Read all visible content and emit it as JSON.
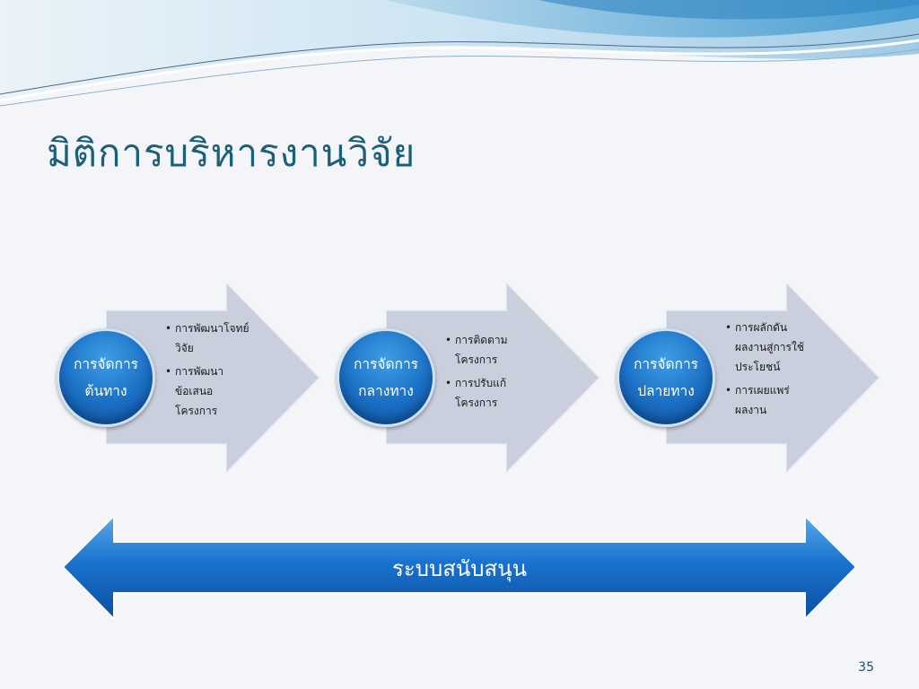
{
  "slide": {
    "title": "มิติการบริหารงานวิจัย",
    "page_number": "35"
  },
  "stages": [
    {
      "label_line1": "การจัดการ",
      "label_line2": "ต้นทาง",
      "bullets": [
        [
          "การพัฒนาโจทย์",
          "วิจัย"
        ],
        [
          "การพัฒนา",
          "ข้อเสนอ",
          "โครงการ"
        ]
      ]
    },
    {
      "label_line1": "การจัดการ",
      "label_line2": "กลางทาง",
      "bullets": [
        [
          "การติดตาม",
          "โครงการ"
        ],
        [
          "การปรับแก้",
          "โครงการ"
        ]
      ]
    },
    {
      "label_line1": "การจัดการ",
      "label_line2": "ปลายทาง",
      "bullets": [
        [
          "การผลักดัน",
          "ผลงานสู่การใช้",
          "ประโยชน์"
        ],
        [
          "การเผยแพร่",
          "ผลงาน"
        ]
      ]
    }
  ],
  "support_bar": {
    "label": "ระบบสนับสนุน"
  },
  "colors": {
    "title": "#1b5f78",
    "arrow_fill": "#c9cfdc",
    "circle": "#1b6fc4",
    "support_arrow": "#1a72cf"
  }
}
